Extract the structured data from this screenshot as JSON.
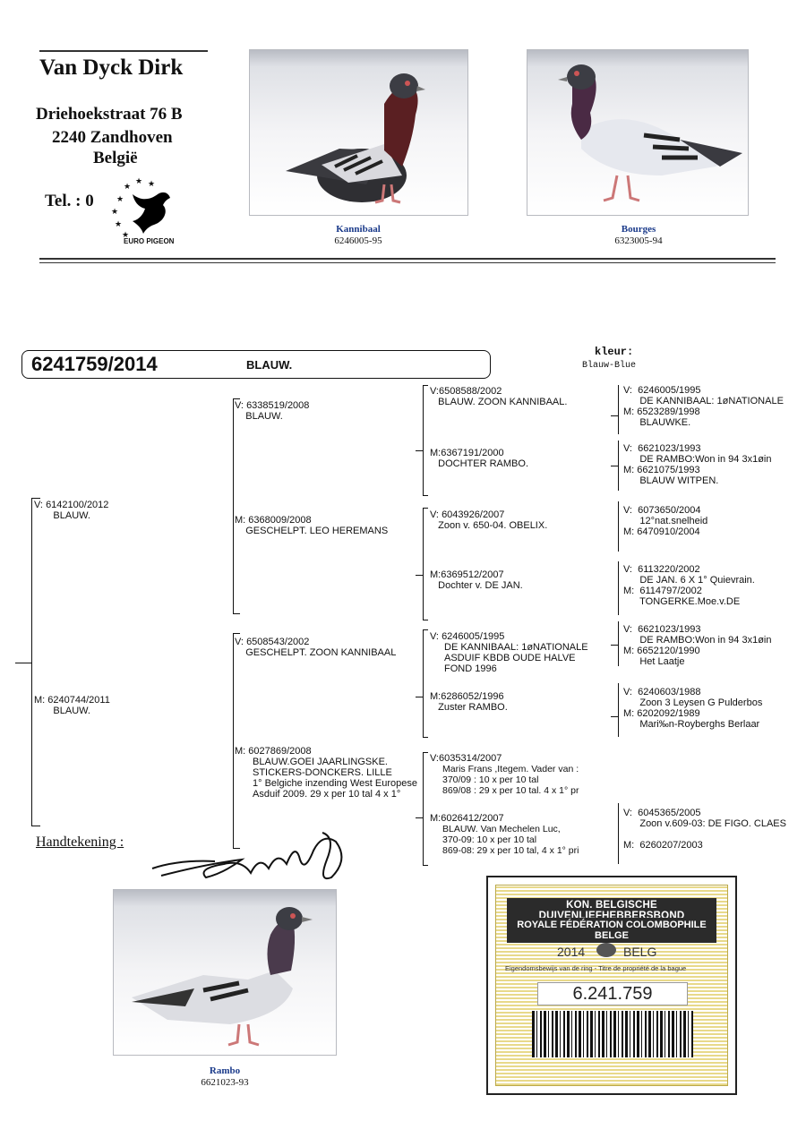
{
  "breeder": {
    "name": "Van Dyck Dirk",
    "street": "Driehoekstraat 76 B",
    "city": "2240 Zandhoven",
    "country": "België",
    "tel": "Tel. : 0",
    "logo_text": "EURO PIGEON"
  },
  "photos": [
    {
      "name": "Kannibaal",
      "ring": "6246005-95"
    },
    {
      "name": "Bourges",
      "ring": "6323005-94"
    },
    {
      "name": "Rambo",
      "ring": "6621023-93"
    }
  ],
  "main": {
    "ring": "6241759/2014",
    "color": "BLAUW.",
    "kleur_label": "kleur:",
    "kleur_value": "Blauw-Blue"
  },
  "gen1": {
    "v": {
      "ring": "6142100/2012",
      "desc": "BLAUW."
    },
    "m": {
      "ring": "6240744/2011",
      "desc": "BLAUW."
    }
  },
  "gen2": {
    "vv": {
      "ring": "6338519/2008",
      "desc": "BLAUW."
    },
    "vm": {
      "ring": "6368009/2008",
      "desc": "GESCHELPT. LEO HEREMANS"
    },
    "mv": {
      "ring": "6508543/2002",
      "desc": "GESCHELPT. ZOON KANNIBAAL"
    },
    "mm": {
      "ring": "6027869/2008",
      "desc": "BLAUW.GOEI JAARLINGSKE.\nSTICKERS-DONCKERS. LILLE\n1° Belgiche inzending West Europese\nAsduif 2009. 29 x per 10 tal 4 x 1°"
    }
  },
  "gen3": [
    {
      "ring": "6508588/2002",
      "desc": "BLAUW. ZOON KANNIBAAL."
    },
    {
      "ring": "6367191/2000",
      "desc": "DOCHTER RAMBO."
    },
    {
      "ring": "6043926/2007",
      "desc": "Zoon v. 650-04. OBELIX."
    },
    {
      "ring": "6369512/2007",
      "desc": "Dochter v. DE JAN."
    },
    {
      "ring": "6246005/1995",
      "desc": "DE KANNIBAAL: 1øNATIONALE\nASDUIF KBDB OUDE HALVE\nFOND 1996"
    },
    {
      "ring": "6286052/1996",
      "desc": "Zuster RAMBO."
    },
    {
      "ring": "6035314/2007",
      "desc": "Maris Frans ,Itegem. Vader van :\n370/09 : 10 x per 10 tal\n869/08 : 29 x per 10 tal. 4 x 1° pr"
    },
    {
      "ring": "6026412/2007",
      "desc": "BLAUW. Van Mechelen Luc,\n370-09: 10 x per 10 tal\n869-08: 29 x per 10 tal, 4 x 1° pri"
    }
  ],
  "gen4": [
    {
      "v": "6246005/1995",
      "vdesc": "DE KANNIBAAL: 1øNATIONALE",
      "m": "6523289/1998",
      "mdesc": "BLAUWKE."
    },
    {
      "v": "6621023/1993",
      "vdesc": "DE RAMBO:Won in 94 3x1øin",
      "m": "6621075/1993",
      "mdesc": "BLAUW WITPEN."
    },
    {
      "v": "6073650/2004",
      "vdesc": "12°nat.snelheid",
      "m": "6470910/2004",
      "mdesc": ""
    },
    {
      "v": "6113220/2002",
      "vdesc": "DE JAN. 6 X 1° Quievrain.",
      "m": "6114797/2002",
      "mdesc": "TONGERKE.Moe.v.DE"
    },
    {
      "v": "6621023/1993",
      "vdesc": "DE RAMBO:Won in 94 3x1øin",
      "m": "6652120/1990",
      "mdesc": "Het Laatje"
    },
    {
      "v": "6240603/1988",
      "vdesc": "Zoon 3 Leysen G Pulderbos",
      "m": "6202092/1989",
      "mdesc": "Mari‰n-Royberghs Berlaar"
    },
    {
      "v": "6045365/2005",
      "vdesc": "Zoon v.609-03: DE FIGO. CLAES",
      "m": "6260207/2003",
      "mdesc": ""
    }
  ],
  "labels": {
    "v": "V:",
    "m": "M:",
    "signature": "Handtekening :"
  },
  "card": {
    "line1": "KON. BELGISCHE DUIVENLIEFHEBBERSBOND",
    "line2": "ROYALE FÉDÉRATION COLOMBOPHILE BELGE",
    "year": "2014",
    "country": "BELG",
    "small": "Eigendomsbewijs van de ring - Titre de propriété de la bague",
    "number": "6.241.759"
  },
  "colors": {
    "accent_blue": "#1a3a8a",
    "card_gold": "#d9c25a",
    "card_dark": "#2b2b2b"
  }
}
